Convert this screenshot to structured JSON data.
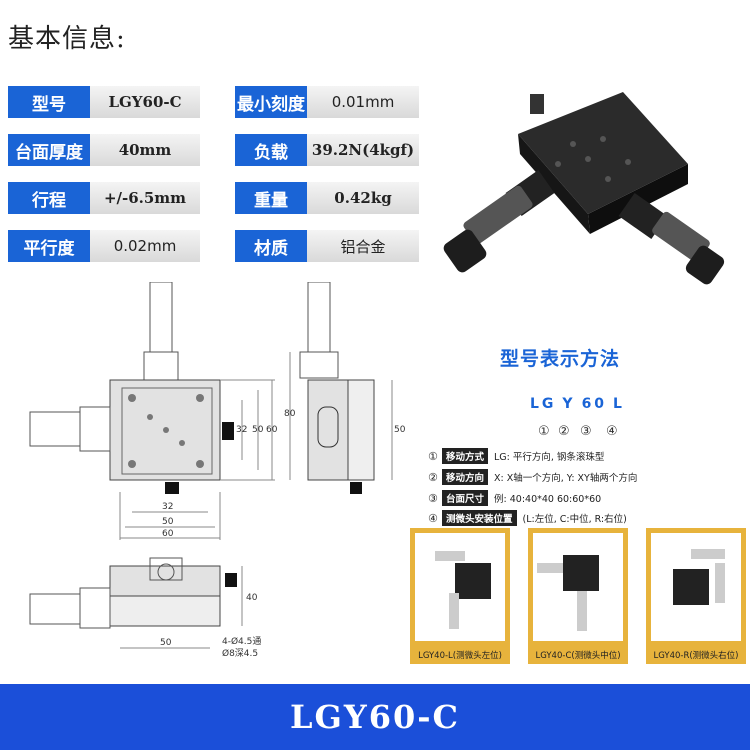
{
  "heading": "基本信息:",
  "specs_left": [
    {
      "label": "型号",
      "value": "LGY60-C"
    },
    {
      "label": "台面厚度",
      "value": "40mm"
    },
    {
      "label": "行程",
      "value": "+/-6.5mm"
    },
    {
      "label": "平行度",
      "value": "0.02mm"
    }
  ],
  "specs_right": [
    {
      "label": "最小刻度",
      "value": "0.01mm"
    },
    {
      "label": "负载",
      "value": "39.2N(4kgf)"
    },
    {
      "label": "重量",
      "value": "0.42kg"
    },
    {
      "label": "材质",
      "value": "铝合金"
    }
  ],
  "drawing_top": {
    "d32": "32",
    "d50": "50",
    "d60": "60",
    "w32": "32",
    "w50": "50",
    "w60": "60"
  },
  "drawing_side": {
    "h80": "80",
    "h50": "50"
  },
  "drawing_front": {
    "h40": "40",
    "w50": "50",
    "hole1": "4-Ø4.5通",
    "hole2": "Ø8深4.5"
  },
  "model": {
    "title": "型号表示方法",
    "code": [
      "LG",
      "Y",
      "60",
      "L"
    ],
    "circles": [
      "①",
      "②",
      "③",
      "④"
    ],
    "legend": [
      {
        "num": "①",
        "tag": "移动方式",
        "text": "LG: 平行方向, 钢条滚珠型"
      },
      {
        "num": "②",
        "tag": "移动方向",
        "text": "X: X轴一个方向, Y: XY轴两个方向"
      },
      {
        "num": "③",
        "tag": "台面尺寸",
        "text": "例: 40:40*40  60:60*60"
      },
      {
        "num": "④",
        "tag": "测微头安装位置",
        "text": "(L:左位, C:中位, R:右位)"
      }
    ],
    "variants": [
      "LGY40-L(测微头左位)",
      "LGY40-C(测微头中位)",
      "LGY40-R(测微头右位)"
    ]
  },
  "footer": "LGY60-C",
  "colors": {
    "accent": "#1a64d6",
    "footer": "#1b4fd9",
    "variant_frame": "#e7b33c"
  }
}
